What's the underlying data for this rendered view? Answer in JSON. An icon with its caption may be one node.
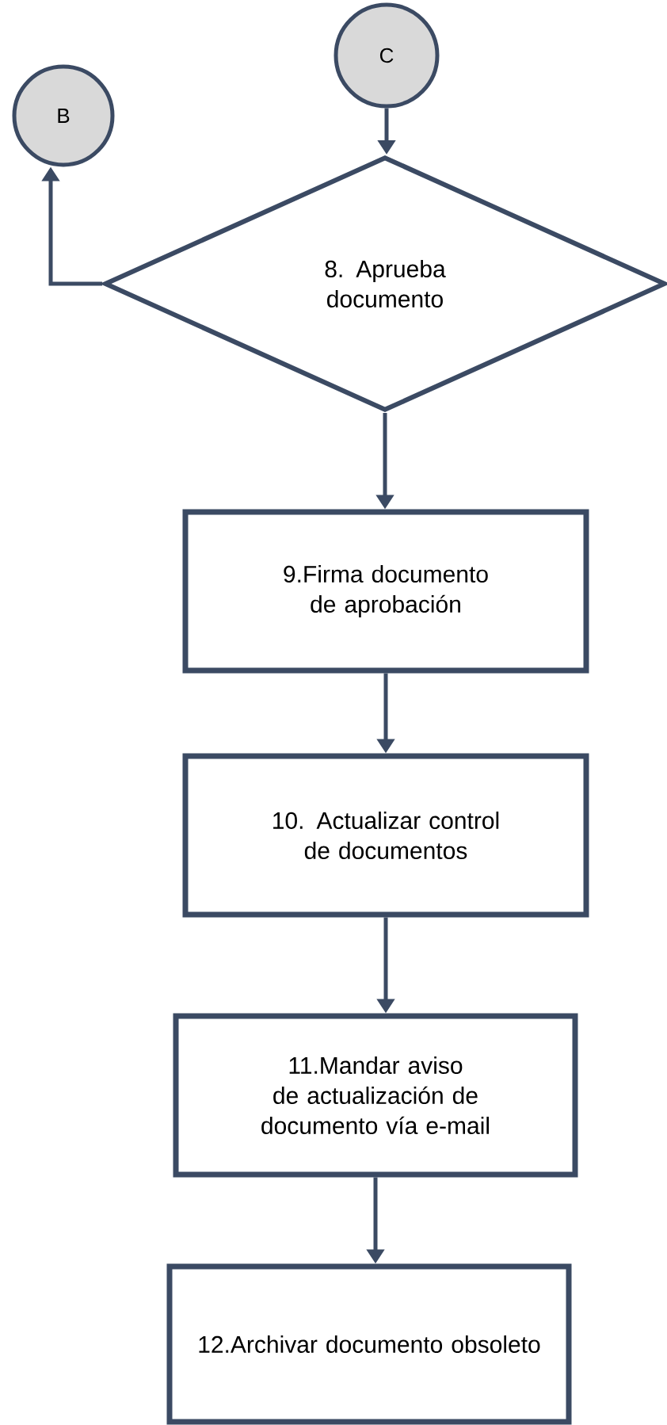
{
  "diagram": {
    "nodes": [
      {
        "text": [
          "B"
        ]
      },
      {
        "text": [
          "C"
        ]
      },
      {
        "text": [
          "8. Aprueba documento"
        ]
      },
      {
        "text": [
          "9.Firma documento de aprobación"
        ]
      },
      {
        "text": [
          "10. Actualizar control de documentos"
        ]
      },
      {
        "text": [
          "11.Mandar aviso de actualización de documento vía e-mail"
        ]
      },
      {
        "text": [
          "12.Archivar documento obsoleto"
        ]
      }
    ],
    "edges": [
      {
        "from": 1,
        "to": 2,
        "arrow": "to"
      },
      {
        "from": 2,
        "to": 0,
        "arrow": "to"
      },
      {
        "from": 2,
        "to": 3,
        "arrow": "to"
      },
      {
        "from": 3,
        "to": 4,
        "arrow": "to"
      },
      {
        "from": 4,
        "to": 5,
        "arrow": "to"
      },
      {
        "from": 5,
        "to": 6,
        "arrow": "to"
      }
    ]
  }
}
